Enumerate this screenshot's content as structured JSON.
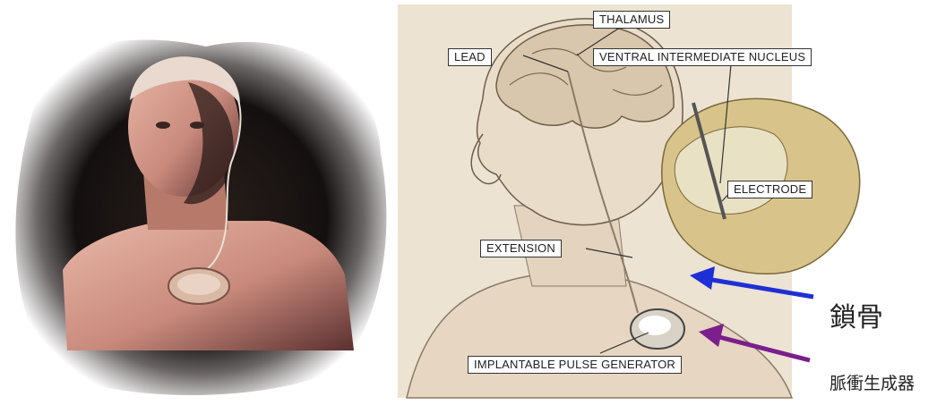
{
  "diagram": {
    "labels": {
      "thalamus": "THALAMUS",
      "lead": "LEAD",
      "ventral_intermediate_nucleus": "VENTRAL INTERMEDIATE NUCLEUS",
      "electrode": "ELECTRODE",
      "extension": "EXTENSION",
      "implantable_pulse_generator": "IMPLANTABLE PULSE GENERATOR"
    },
    "annotations": {
      "clavicle": "鎖骨",
      "pulse_generator": "脈衝生成器"
    },
    "colors": {
      "blue_arrow": "#1f2fd6",
      "purple_arrow": "#7a1f8c",
      "diagram_bg": "#ece3d2"
    }
  }
}
